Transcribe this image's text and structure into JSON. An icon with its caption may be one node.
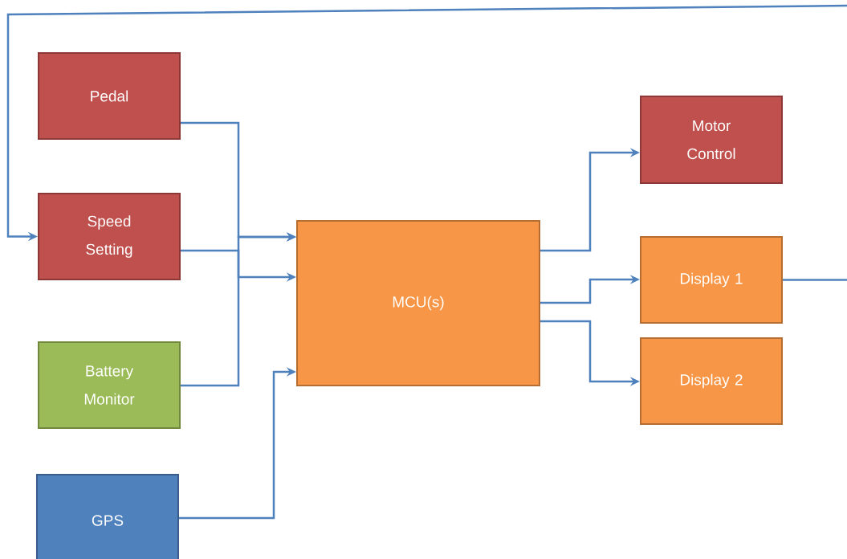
{
  "diagram": {
    "nodes": [
      {
        "text": [
          "Pedal"
        ]
      },
      {
        "text": [
          "Speed Setting"
        ]
      },
      {
        "text": [
          "Battery Monitor"
        ]
      },
      {
        "text": [
          "GPS"
        ]
      },
      {
        "text": [
          "MCU(s)"
        ]
      },
      {
        "text": [
          "Motor Control"
        ]
      },
      {
        "text": [
          "Display 1"
        ]
      },
      {
        "text": [
          "Display 2"
        ]
      }
    ],
    "edges": [
      {
        "from": 0,
        "to": 4,
        "arrow": "to"
      },
      {
        "from": 1,
        "to": 4,
        "arrow": "to"
      },
      {
        "from": 2,
        "to": 4,
        "arrow": "to"
      },
      {
        "from": 3,
        "to": 4,
        "arrow": "to"
      },
      {
        "from": 4,
        "to": 5,
        "arrow": "to"
      },
      {
        "from": 4,
        "to": 6,
        "arrow": "to"
      },
      {
        "from": 4,
        "to": 7,
        "arrow": "to"
      },
      {
        "from": 6,
        "to": 1,
        "arrow": "to"
      }
    ]
  }
}
